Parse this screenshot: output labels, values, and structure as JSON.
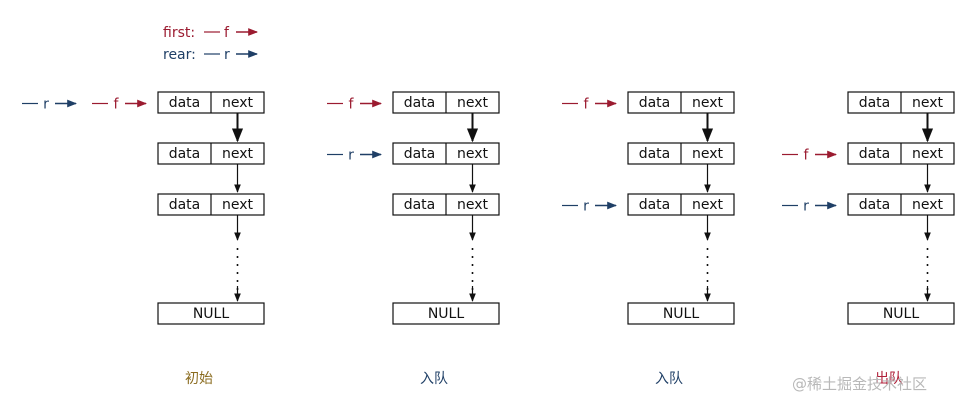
{
  "legend": {
    "first_label": "first:",
    "first_sym": "f",
    "rear_label": "rear:",
    "rear_sym": "r"
  },
  "node": {
    "data_label": "data",
    "next_label": "next",
    "null_label": "NULL"
  },
  "pointers": {
    "f": "f",
    "r": "r"
  },
  "colors": {
    "first": "#9b1b30",
    "rear": "#1f3f66",
    "caption_init": "#8a6b1e",
    "caption_enqueue": "#1f3f66",
    "caption_dequeue": "#b0203a",
    "line": "#111111",
    "watermark": "#b8b8b8"
  },
  "stages": [
    {
      "caption": "初始",
      "caption_color": "#8a6b1e",
      "pointers": [
        {
          "label": "r",
          "kind": "rear",
          "row": 0
        },
        {
          "label": "f",
          "kind": "first",
          "row": 0
        }
      ]
    },
    {
      "caption": "入队",
      "caption_color": "#1f3f66",
      "pointers": [
        {
          "label": "f",
          "kind": "first",
          "row": 0
        },
        {
          "label": "r",
          "kind": "rear",
          "row": 1
        }
      ]
    },
    {
      "caption": "入队",
      "caption_color": "#1f3f66",
      "pointers": [
        {
          "label": "f",
          "kind": "first",
          "row": 0
        },
        {
          "label": "r",
          "kind": "rear",
          "row": 2
        }
      ]
    },
    {
      "caption": "出队",
      "caption_color": "#b0203a",
      "pointers": [
        {
          "label": "f",
          "kind": "first",
          "row": 1
        },
        {
          "label": "r",
          "kind": "rear",
          "row": 2
        }
      ]
    }
  ],
  "watermark": "@稀土掘金技术社区"
}
